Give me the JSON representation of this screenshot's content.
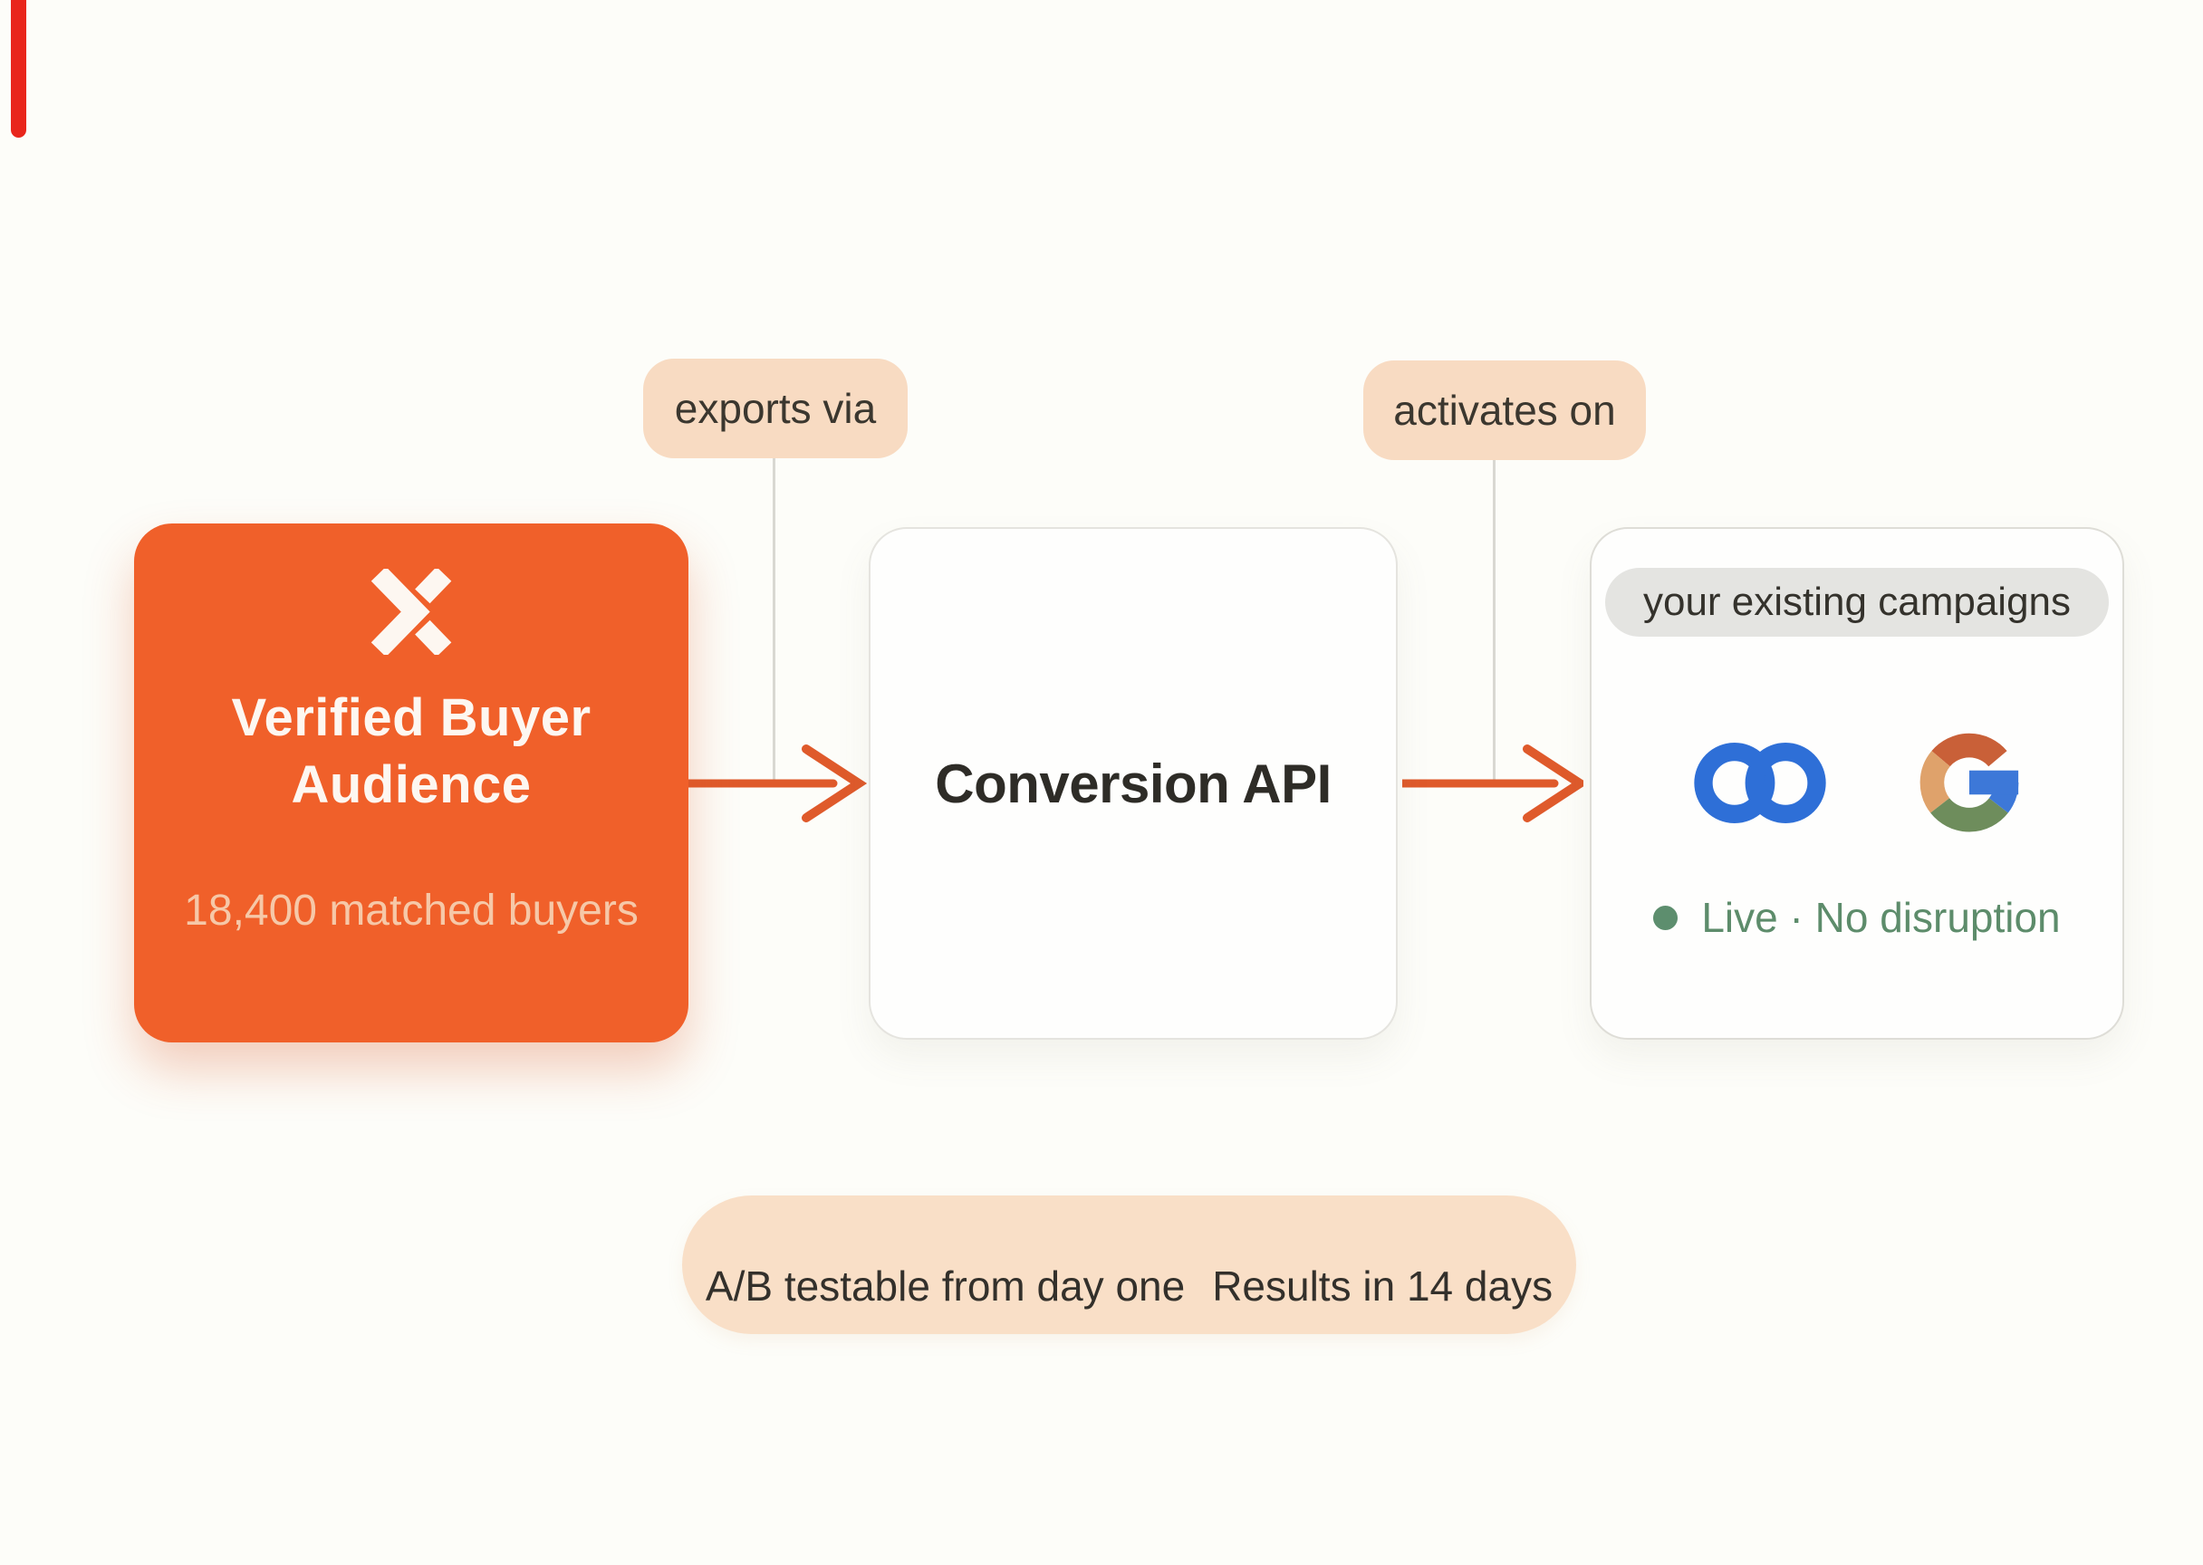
{
  "palette": {
    "background": "#fdfdf9",
    "accent_orange": "#f0602a",
    "arrow_orange": "#df5a2b",
    "peach_pill": "#f8dbc2",
    "footer_pill": "#f9dfc7",
    "gray_pill": "#e4e4e1",
    "status_green": "#5d8c6b",
    "meta_blue": "#2e6fd7",
    "google_red": "#c96038",
    "google_tan": "#dfa26b",
    "google_green": "#6e8d5c",
    "google_blue": "#3d78d8",
    "red_marker": "#e9261c",
    "text_dark": "#35332c",
    "card_title_white": "#fdf7f1",
    "card_subtitle_peach": "#f6c8a8"
  },
  "connector_labels": {
    "exports_via": "exports via",
    "activates_on": "activates on"
  },
  "source_card": {
    "logo": "x-logo",
    "title_lines": [
      "Verified Buyer",
      "Audience"
    ],
    "subtitle": "18,400 matched buyers"
  },
  "middle_card": {
    "title": "Conversion API"
  },
  "destination_card": {
    "campaigns_pill": "your existing campaigns",
    "logos": [
      "meta",
      "google"
    ],
    "status_text": "Live · No disruption"
  },
  "footer": {
    "left": "A/B testable from day one",
    "right": "Results in 14 days"
  }
}
